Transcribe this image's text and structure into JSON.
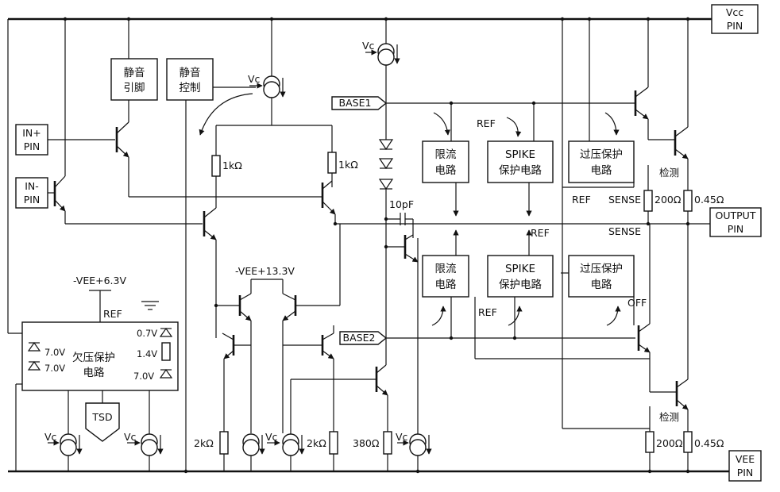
{
  "pins": {
    "vcc": [
      "Vcc",
      "PIN"
    ],
    "vee": [
      "VEE",
      "PIN"
    ],
    "output": [
      "OUTPUT",
      "PIN"
    ],
    "in_plus": [
      "IN+",
      "PIN"
    ],
    "in_minus": [
      "IN-",
      "PIN"
    ],
    "base1": "BASE1",
    "base2": "BASE2"
  },
  "blocks": {
    "mute_pin": [
      "静音",
      "引脚"
    ],
    "mute_ctrl": [
      "静音",
      "控制"
    ],
    "current_limit_top": [
      "限流",
      "电路"
    ],
    "spike_top": [
      "SPIKE",
      "保护电路"
    ],
    "overvolt_top": [
      "过压保护",
      "电路"
    ],
    "current_limit_bot": [
      "限流",
      "电路"
    ],
    "spike_bot": [
      "SPIKE",
      "保护电路"
    ],
    "overvolt_bot": [
      "过压保护",
      "电路"
    ],
    "uvp": [
      "欠压保护",
      "电路"
    ],
    "tsd": "TSD"
  },
  "labels": {
    "vc": "Vc",
    "r_1k": "1kΩ",
    "r_2k": "2kΩ",
    "r_380": "380Ω",
    "r_200": "200Ω",
    "r_045": "0.45Ω",
    "cap_10p": "10pF",
    "vee_63": "-VEE+6.3V",
    "vee_133": "-VEE+13.3V",
    "ref": "REF",
    "sense": "SENSE",
    "off": "OFF",
    "detect": "检测",
    "z_07": "0.7V",
    "z_14": "1.4V",
    "z_70": "7.0V"
  }
}
